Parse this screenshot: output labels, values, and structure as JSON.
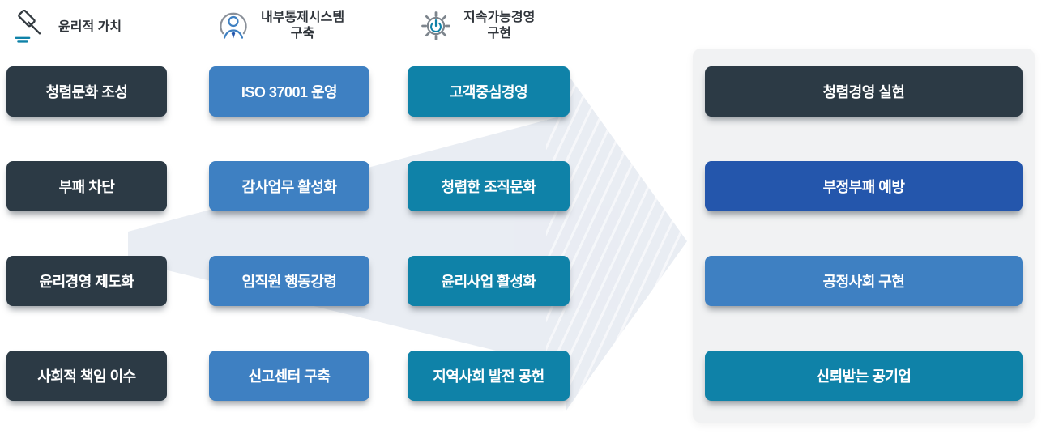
{
  "diagram": {
    "columns": [
      {
        "icon": "gavel-icon",
        "title_lines": [
          "윤리적 가치",
          ""
        ],
        "box_color": "#2c3a45",
        "items": [
          "청렴문화 조성",
          "부패 차단",
          "윤리경영 제도화",
          "사회적 책임 이수"
        ]
      },
      {
        "icon": "people-icon",
        "title_lines": [
          "내부통제시스템",
          "구축"
        ],
        "box_color": "#3e80c2",
        "items": [
          "ISO 37001 운영",
          "감사업무 활성화",
          "임직원 행동강령",
          "신고센터 구축"
        ]
      },
      {
        "icon": "gear-icon",
        "title_lines": [
          "지속가능경영",
          "구현"
        ],
        "box_color": "#0f82a8",
        "items": [
          "고객중심경영",
          "청렴한 조직문화",
          "윤리사업 활성화",
          "지역사회 발전 공헌"
        ]
      }
    ],
    "results": [
      {
        "label": "청렴경영 실현",
        "color": "#2c3a45"
      },
      {
        "label": "부정부패 예방",
        "color": "#2456ac"
      },
      {
        "label": "공정사회 구현",
        "color": "#3e80c2"
      },
      {
        "label": "신뢰받는 공기업",
        "color": "#0f82a8"
      }
    ],
    "arrow_color": "#e7ebf2",
    "panel_color": "#f1f2f3"
  }
}
